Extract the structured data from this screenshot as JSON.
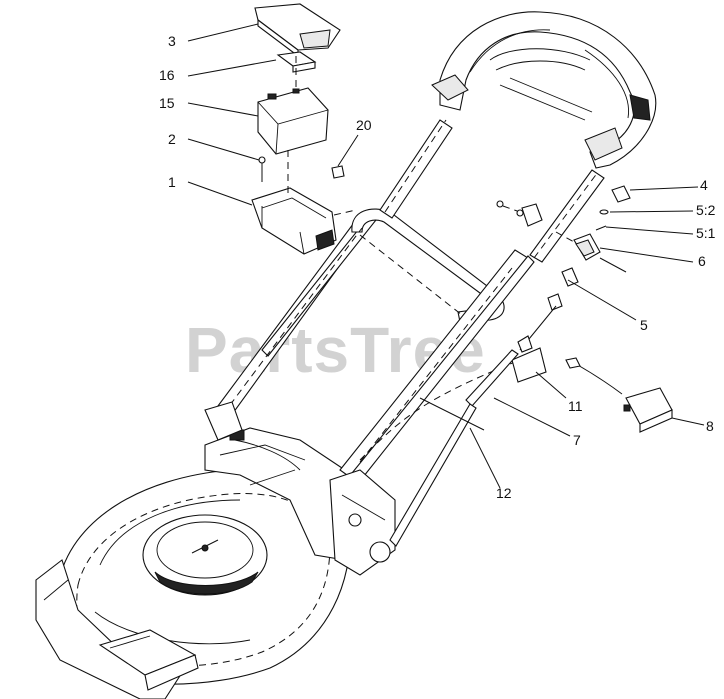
{
  "watermark": "PartsTree",
  "callouts": {
    "c3": "3",
    "c16": "16",
    "c15": "15",
    "c2": "2",
    "c20": "20",
    "c1": "1",
    "c4": "4",
    "c5_2": "5:2",
    "c5_1": "5:1",
    "c6": "6",
    "c5": "5",
    "c11": "11",
    "c8": "8",
    "c7": "7",
    "c12": "12"
  }
}
